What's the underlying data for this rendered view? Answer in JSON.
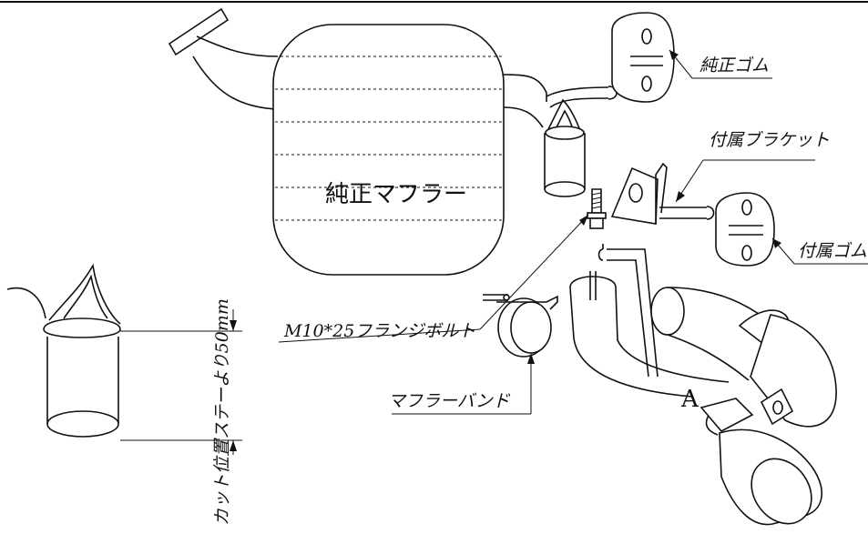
{
  "labels": {
    "oem_muffler": "純正マフラー",
    "oem_rubber": "純正ゴム",
    "included_bracket": "付属ブラケット",
    "included_rubber": "付属ゴム",
    "flange_bolt": "M10*25フランジボルト",
    "muffler_band": "マフラーバンド",
    "part_a": "A",
    "cut_position": "カット位置ステーより50mm"
  }
}
